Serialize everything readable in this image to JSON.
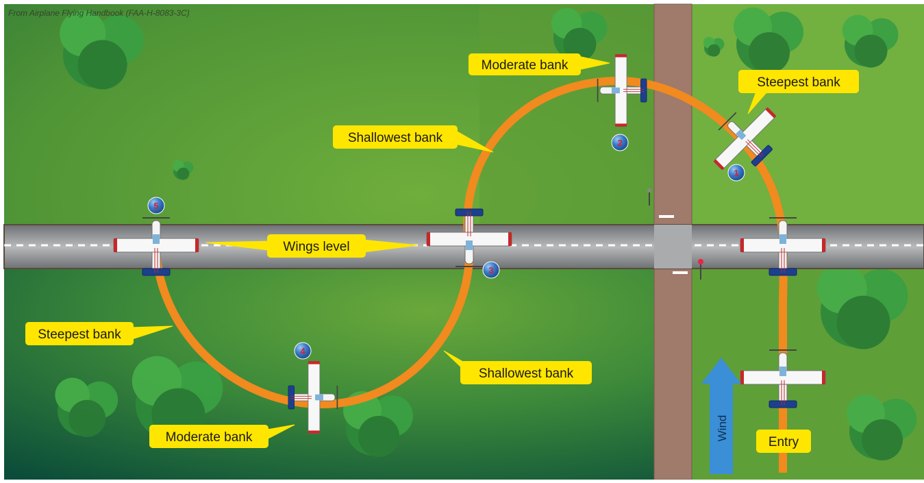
{
  "credit": "From Airplane Flying Handbook (FAA-H-8083-3C)",
  "labels": {
    "moderate_bank_top": "Moderate bank",
    "steepest_bank_right": "Steepest bank",
    "shallowest_bank_top": "Shallowest bank",
    "wings_level": "Wings level",
    "steepest_bank_left": "Steepest bank",
    "shallowest_bank_bottom": "Shallowest bank",
    "moderate_bank_bottom": "Moderate bank",
    "entry": "Entry",
    "wind": "Wind"
  },
  "points": [
    "1",
    "2",
    "3",
    "4",
    "5"
  ],
  "colors": {
    "grass": "#6aa83a",
    "grass_dark": "#0f5a3c",
    "road_runway": "#8f9294",
    "dirt_road": "#a07a6a",
    "path": "#f18a1f",
    "callout": "#ffe600",
    "wind_arrow": "#3a8fd6",
    "marker": "#2e6fc0"
  }
}
